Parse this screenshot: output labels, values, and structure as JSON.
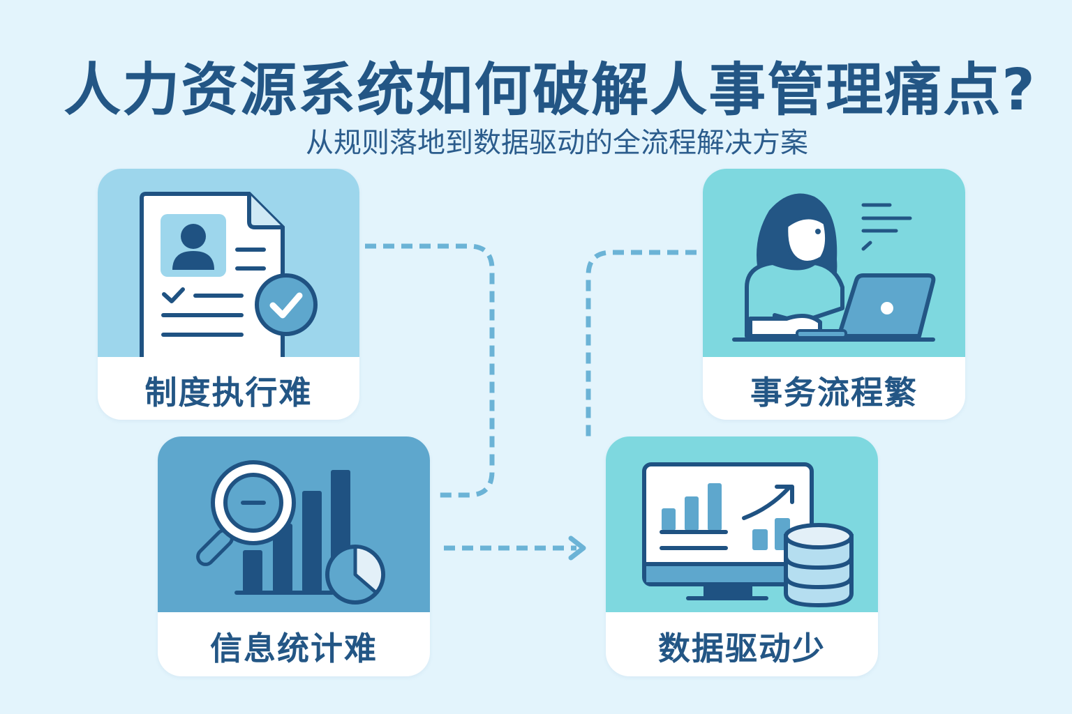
{
  "header": {
    "title": "人力资源系统如何破解人事管理痛点?",
    "subtitle": "从规则落地到数据驱动的全流程解决方案"
  },
  "cards": [
    {
      "id": "policy",
      "label": "制度执行难",
      "icon": "document-check-icon",
      "bg_color": "#9dd6ec"
    },
    {
      "id": "process",
      "label": "事务流程繁",
      "icon": "person-laptop-icon",
      "bg_color": "#7ed8df"
    },
    {
      "id": "stats",
      "label": "信息统计难",
      "icon": "magnifier-chart-icon",
      "bg_color": "#5ea7cd"
    },
    {
      "id": "data",
      "label": "数据驱动少",
      "icon": "monitor-database-icon",
      "bg_color": "#7ed8df"
    }
  ],
  "colors": {
    "background": "#e3f4fc",
    "primary_dark": "#235685",
    "connector": "#6bb3d6",
    "card_label_bg": "#ffffff"
  },
  "connectors": [
    {
      "from": "policy",
      "to": "stats",
      "style": "dashed"
    },
    {
      "from": "process",
      "to": "data",
      "style": "dashed"
    },
    {
      "from": "stats",
      "to": "data",
      "style": "dashed-arrow"
    }
  ]
}
